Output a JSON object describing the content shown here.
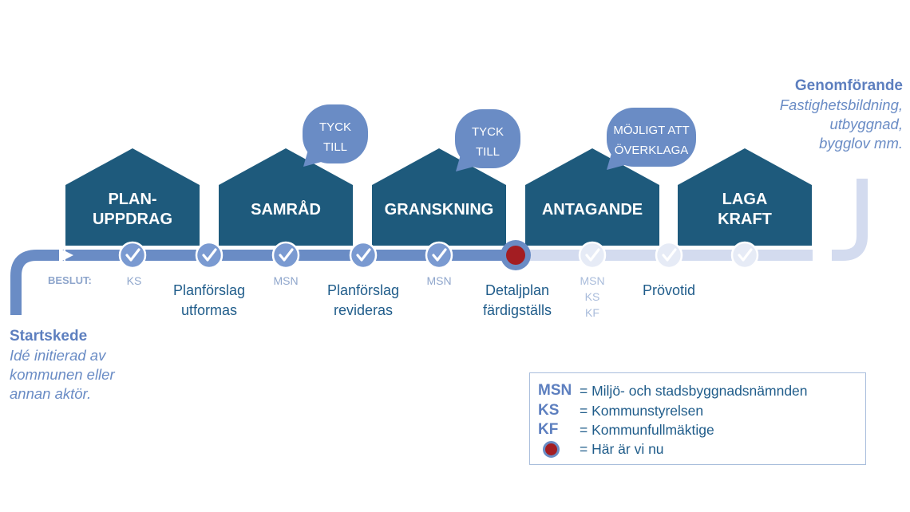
{
  "houses": [
    {
      "lines": [
        "PLAN-",
        "UPPDRAG"
      ]
    },
    {
      "lines": [
        "SAMRÅD"
      ]
    },
    {
      "lines": [
        "GRANSKNING"
      ]
    },
    {
      "lines": [
        "ANTAGANDE"
      ]
    },
    {
      "lines": [
        "LAGA",
        "KRAFT"
      ]
    }
  ],
  "bubbles": [
    {
      "lines": [
        "TYCK",
        "TILL"
      ]
    },
    {
      "lines": [
        "TYCK",
        "TILL"
      ]
    },
    {
      "lines": [
        "MÖJLIGT ATT",
        "ÖVERKLAGA"
      ]
    }
  ],
  "beslut_heading": "BESLUT:",
  "beslut_labels": [
    {
      "lines": [
        "KS"
      ]
    },
    {
      "lines": [
        "MSN"
      ]
    },
    {
      "lines": [
        "MSN"
      ]
    },
    {
      "lines": [
        "MSN",
        "KS",
        "KF"
      ]
    }
  ],
  "step_labels": [
    {
      "lines": [
        "Planförslag",
        "utformas"
      ]
    },
    {
      "lines": [
        "Planförslag",
        "revideras"
      ]
    },
    {
      "lines": [
        "Detaljplan",
        "färdigställs"
      ]
    },
    {
      "lines": [
        "Prövotid"
      ]
    }
  ],
  "startskede": {
    "title": "Startskede",
    "lines": [
      "Idé initierad av",
      "kommunen eller",
      "annan aktör."
    ]
  },
  "genomforande": {
    "title": "Genomförande",
    "lines": [
      "Fastighetsbildning,",
      "utbyggnad,",
      "bygglov mm."
    ]
  },
  "legend": {
    "rows": [
      {
        "abbr": "MSN",
        "text": "= Miljö- och stadsbyggnadsnämnden"
      },
      {
        "abbr": "KS",
        "text": "= Kommunstyrelsen"
      },
      {
        "abbr": "KF",
        "text": "= Kommunfullmäktige"
      }
    ],
    "marker_text": "= Här är vi nu"
  },
  "colors": {
    "house": "#1e5a7c",
    "bubble": "#6a8cc5",
    "timeline_active": "#6a8cc5",
    "timeline_inactive": "#d3dbef",
    "check_active": "#7a9ad1",
    "check_inactive": "#e6ebf6",
    "current_marker": "#a31d22",
    "title_text": "#5d7fbf"
  }
}
